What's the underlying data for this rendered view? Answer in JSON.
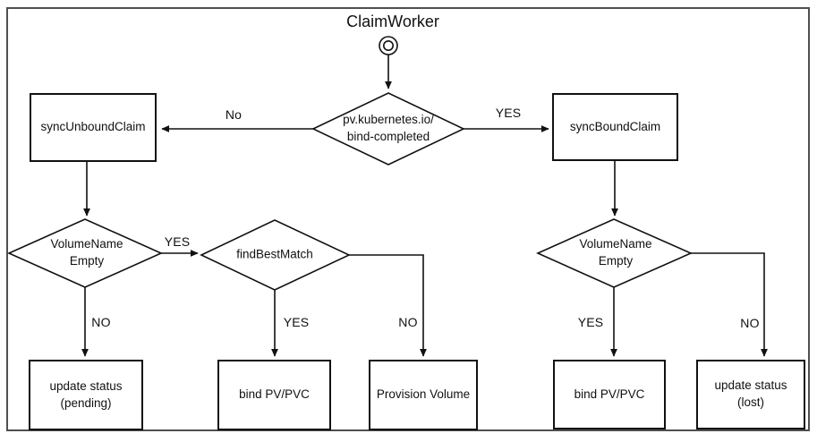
{
  "title": "ClaimWorker",
  "nodes": {
    "bind_completed": {
      "type": "decision",
      "label": "pv.kubernetes.io/\nbind-completed"
    },
    "sync_unbound_claim": {
      "type": "process",
      "label": "syncUnboundClaim"
    },
    "sync_bound_claim": {
      "type": "process",
      "label": "syncBoundClaim"
    },
    "volume_name_empty_left": {
      "type": "decision",
      "label": "VolumeName\nEmpty"
    },
    "find_best_match": {
      "type": "decision",
      "label": "findBestMatch"
    },
    "volume_name_empty_right": {
      "type": "decision",
      "label": "VolumeName\nEmpty"
    },
    "update_status_pending": {
      "type": "process",
      "label": "update status\n(pending)"
    },
    "bind_pv_pvc_left": {
      "type": "process",
      "label": "bind PV/PVC"
    },
    "provision_volume": {
      "type": "process",
      "label": "Provision Volume"
    },
    "bind_pv_pvc_right": {
      "type": "process",
      "label": "bind PV/PVC"
    },
    "update_status_lost": {
      "type": "process",
      "label": "update status\n(lost)"
    }
  },
  "edge_labels": {
    "bind_completed_no": "No",
    "bind_completed_yes": "YES",
    "volume_left_yes": "YES",
    "volume_left_no": "NO",
    "find_best_match_yes": "YES",
    "find_best_match_no": "NO",
    "volume_right_yes": "YES",
    "volume_right_no": "NO"
  },
  "colors": {
    "line": "#111111",
    "background": "#ffffff",
    "frame_border": "#4f4f4f"
  }
}
